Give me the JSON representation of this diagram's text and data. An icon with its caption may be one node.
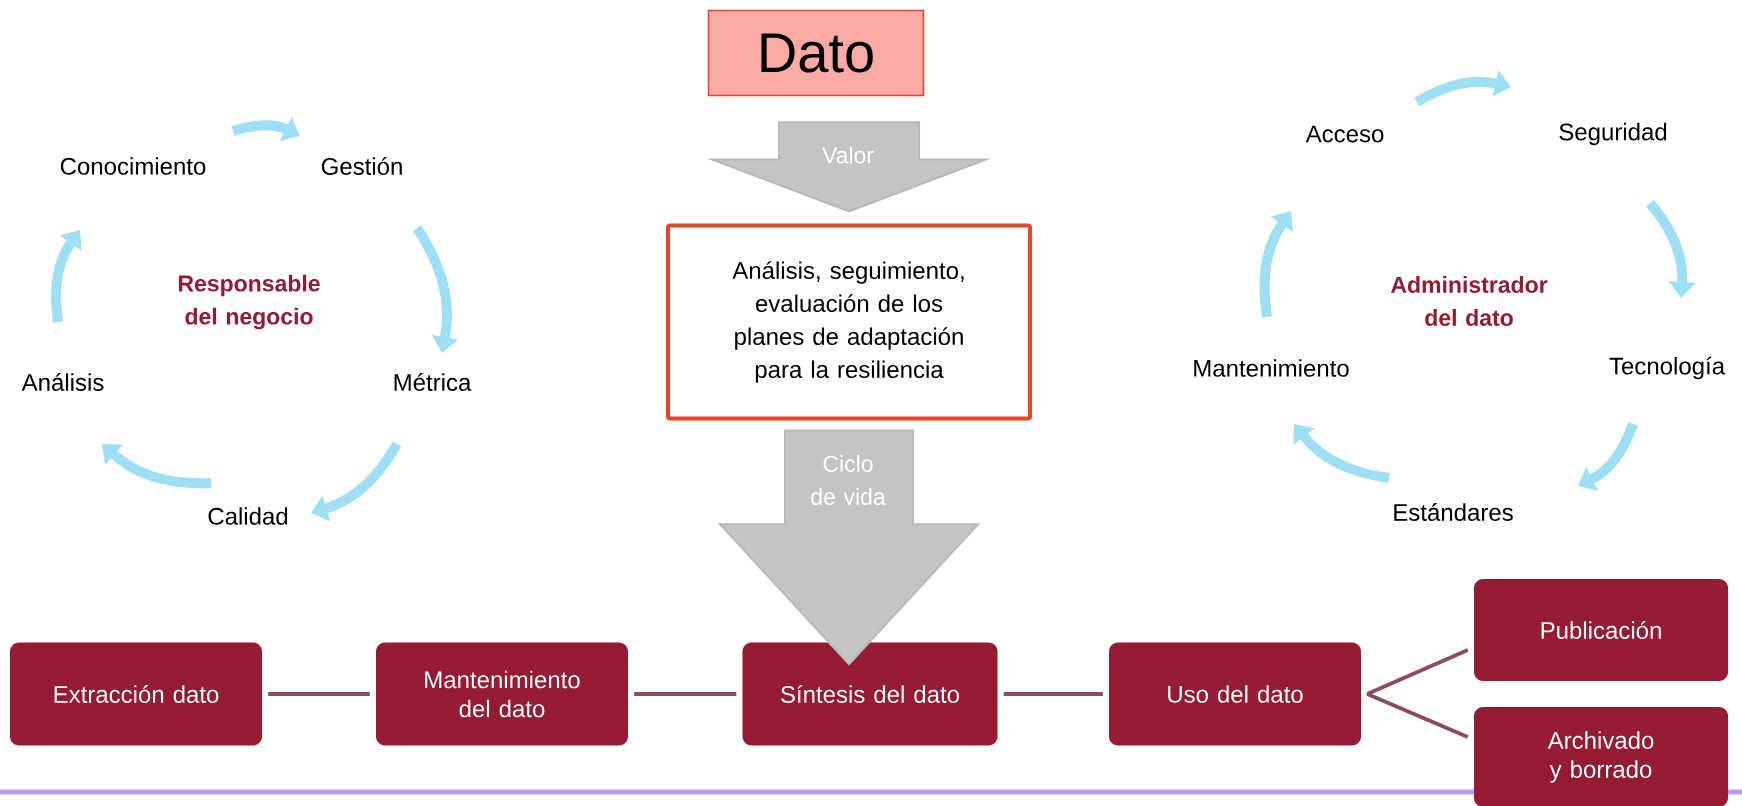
{
  "diagram": {
    "nodes": [
      {
        "text": [
          "Dato"
        ]
      },
      {
        "text": [
          "Análisis, seguimiento, evaluación de los planes de adaptación para la resiliencia"
        ]
      },
      {
        "text": [
          "Conocimiento"
        ]
      },
      {
        "text": [
          "Gestión"
        ]
      },
      {
        "text": [
          "Métrica"
        ]
      },
      {
        "text": [
          "Calidad"
        ]
      },
      {
        "text": [
          "Análisis"
        ]
      },
      {
        "text": [
          "Acceso"
        ]
      },
      {
        "text": [
          "Seguridad"
        ]
      },
      {
        "text": [
          "Tecnología"
        ]
      },
      {
        "text": [
          "Estándares"
        ]
      },
      {
        "text": [
          "Mantenimiento"
        ]
      },
      {
        "text": [
          "Extracción dato"
        ]
      },
      {
        "text": [
          "Mantenimiento del dato"
        ]
      },
      {
        "text": [
          "Síntesis del dato"
        ]
      },
      {
        "text": [
          "Uso del dato"
        ]
      },
      {
        "text": [
          "Publicación"
        ]
      },
      {
        "text": [
          "Archivado y borrado"
        ]
      }
    ],
    "edges": [
      {
        "from": 0,
        "to": 1,
        "arrow": "to",
        "label": "Valor",
        "style": "thick",
        "color": "#c4c4c4"
      },
      {
        "from": 1,
        "to": 14,
        "arrow": "to",
        "label": "Ciclo de vida",
        "style": "thick",
        "color": "#c4c4c4"
      },
      {
        "from": 2,
        "to": 3,
        "arrow": "to",
        "color": "#9fdff5"
      },
      {
        "from": 3,
        "to": 4,
        "arrow": "to",
        "color": "#9fdff5"
      },
      {
        "from": 4,
        "to": 5,
        "arrow": "to",
        "color": "#9fdff5"
      },
      {
        "from": 5,
        "to": 6,
        "arrow": "to",
        "color": "#9fdff5"
      },
      {
        "from": 6,
        "to": 2,
        "arrow": "to",
        "color": "#9fdff5"
      },
      {
        "from": 7,
        "to": 8,
        "arrow": "to",
        "color": "#9fdff5"
      },
      {
        "from": 8,
        "to": 9,
        "arrow": "to",
        "color": "#9fdff5"
      },
      {
        "from": 9,
        "to": 10,
        "arrow": "to",
        "color": "#9fdff5"
      },
      {
        "from": 10,
        "to": 11,
        "arrow": "to",
        "color": "#9fdff5"
      },
      {
        "from": 11,
        "to": 7,
        "arrow": "to",
        "color": "#9fdff5"
      },
      {
        "from": 12,
        "to": 13,
        "arrow": "none",
        "color": "#8b4c5f"
      },
      {
        "from": 13,
        "to": 14,
        "arrow": "none",
        "color": "#8b4c5f"
      },
      {
        "from": 14,
        "to": 15,
        "arrow": "none",
        "color": "#8b4c5f"
      },
      {
        "from": 15,
        "to": 16,
        "arrow": "none",
        "color": "#8b4c5f"
      },
      {
        "from": 15,
        "to": 17,
        "arrow": "none",
        "color": "#8b4c5f"
      }
    ],
    "labels": [
      "Responsable del negocio",
      "Administrador del dato"
    ]
  }
}
